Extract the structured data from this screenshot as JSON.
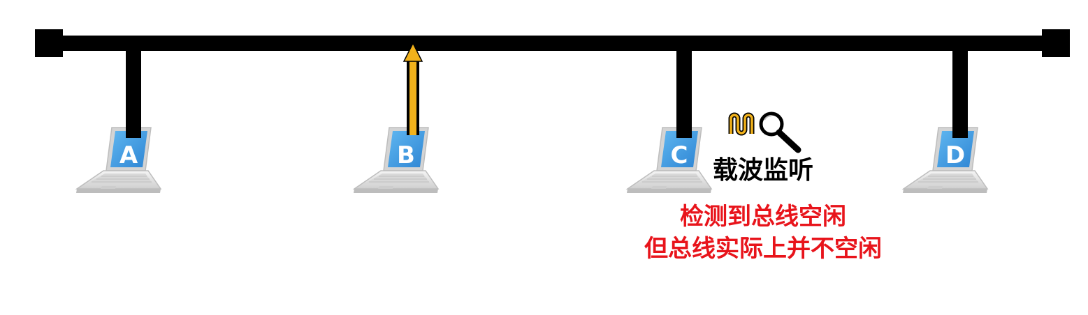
{
  "stations": [
    {
      "label": "A"
    },
    {
      "label": "B"
    },
    {
      "label": "C"
    },
    {
      "label": "D"
    }
  ],
  "carrier_sense": {
    "label": "载波监听",
    "icons": [
      "signal-wave-icon",
      "magnifier-icon"
    ]
  },
  "note": {
    "line1": "检测到总线空闲",
    "line2": "但总线实际上并不空闲"
  },
  "colors": {
    "bus": "#000000",
    "signal": "#f2b21b",
    "note": "#e8141b",
    "screen": "#3c9fe6",
    "laptop_body": "#e6e6e6"
  }
}
